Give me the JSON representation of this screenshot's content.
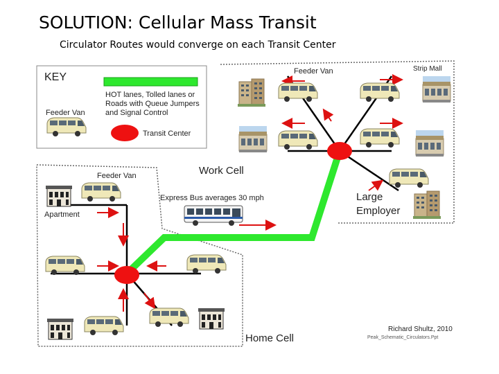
{
  "title": "SOLUTION: Cellular Mass Transit",
  "subtitle": "Circulator Routes would converge on each Transit Center",
  "key": {
    "heading": "KEY",
    "lane_line1": "HOT lanes, Tolled lanes or",
    "lane_line2": "Roads with Queue Jumpers",
    "lane_line3": "and Signal Control",
    "feeder_van": "Feeder Van",
    "transit_center": "Transit Center"
  },
  "labels": {
    "feeder_van_top": "Feeder Van",
    "strip_mall": "Strip Mall",
    "work_cell": "Work Cell",
    "large": "Large",
    "employer": "Employer",
    "feeder_van_left": "Feeder Van",
    "express_bus": "Express Bus averages 30 mph",
    "apartment": "Apartment",
    "home_cell": "Home Cell",
    "credit": "Richard Shultz, 2010",
    "credit_file": "Peak_Schematic_Circulators.Ppt"
  },
  "colors": {
    "lane_green": "#2ee82e",
    "transit_red": "#ee1111",
    "arrow_red": "#dd1111",
    "van_body": "#efe8b8",
    "border_gray": "#777777"
  }
}
